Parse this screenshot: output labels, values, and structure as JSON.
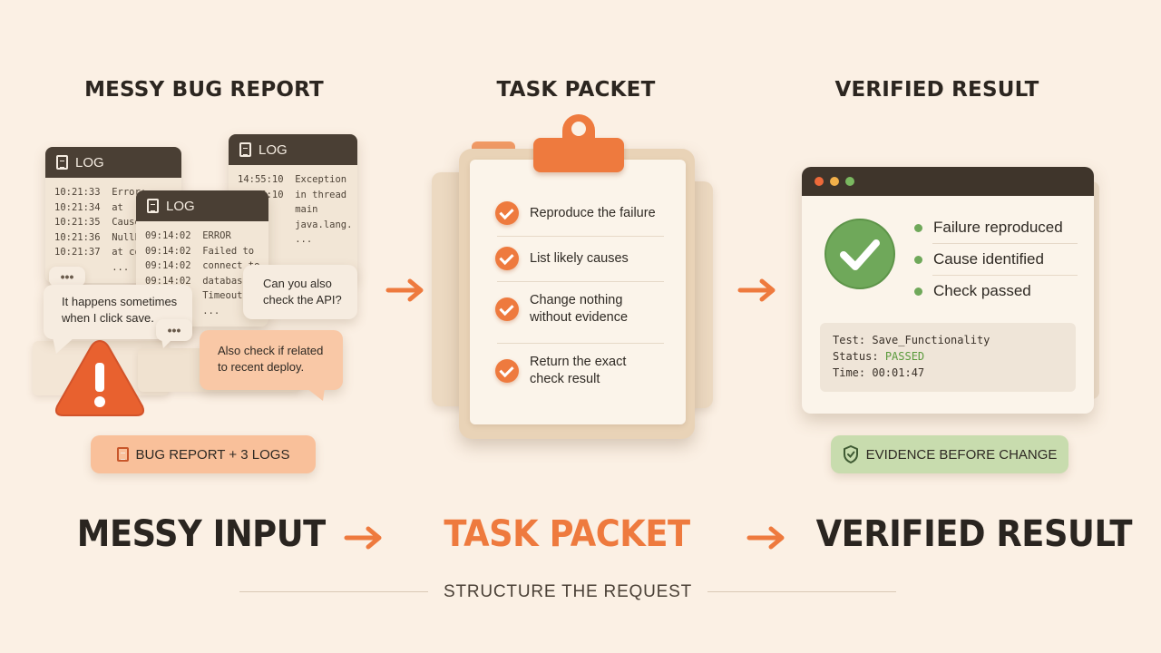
{
  "sections": {
    "input_title": "MESSY BUG REPORT",
    "packet_title": "TASK PACKET",
    "result_title": "VERIFIED RESULT"
  },
  "logs": [
    {
      "label": "LOG",
      "lines": "10:21:33  Error:\n10:21:34  at\n10:21:35  Caused\n10:21:36  NullPo\n10:21:37  at com\n          ..."
    },
    {
      "label": "LOG",
      "lines": "14:55:10  Exception\n14:55:10  in thread\n          main\n          java.lang.\n          ..."
    },
    {
      "label": "LOG",
      "lines": "09:14:02  ERROR\n09:14:02  Failed to\n09:14:02  connect to\n09:14:02  database\n09:14:02  Timeout\n          ..."
    }
  ],
  "bubbles": {
    "happens": "It happens sometimes when I click save.",
    "api": "Can you also check the API?",
    "deploy": "Also check if related to recent deploy.",
    "dots": "•••"
  },
  "input_pill": "BUG REPORT + 3 LOGS",
  "tasks": [
    "Reproduce the failure",
    "List likely causes",
    "Change nothing without evidence",
    "Return the exact check result"
  ],
  "result": {
    "items": [
      "Failure reproduced",
      "Cause identified",
      "Check passed"
    ],
    "test_label": "Test:",
    "test_value": "Save_Functionality",
    "status_label": "Status:",
    "status_value": "PASSED",
    "time_label": "Time:",
    "time_value": "00:01:47"
  },
  "result_pill": "EVIDENCE BEFORE CHANGE",
  "headline": {
    "left": "MESSY INPUT",
    "middle": "TASK PACKET",
    "right": "VERIFIED RESULT"
  },
  "footer": "STRUCTURE THE REQUEST",
  "colors": {
    "background": "#fbf0e4",
    "accent_orange": "#ee7a3e",
    "dark_brown": "#4a3f34",
    "green": "#6fa85a",
    "passed_green": "#5a9a3c"
  },
  "icons": [
    "document-icon",
    "warning-icon",
    "checkmark-icon",
    "shield-icon",
    "arrow-right-icon",
    "window-dots-icon"
  ]
}
